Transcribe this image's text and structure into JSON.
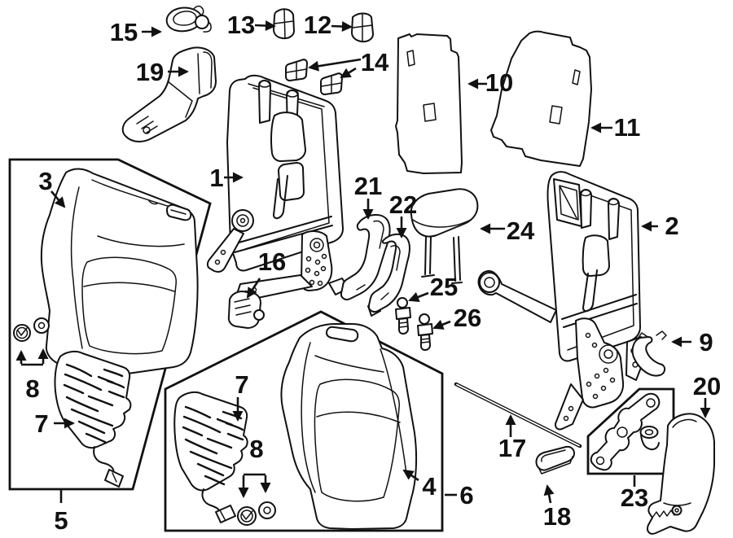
{
  "diagram": {
    "background_color": "#ffffff",
    "line_color": "#111111",
    "callouts": [
      "15",
      "19",
      "13",
      "12",
      "14",
      "10",
      "11",
      "1",
      "3",
      "16",
      "21",
      "22",
      "24",
      "25",
      "26",
      "2",
      "9",
      "20",
      "8",
      "7",
      "5",
      "7",
      "8",
      "4",
      "6",
      "17",
      "18",
      "23"
    ]
  }
}
